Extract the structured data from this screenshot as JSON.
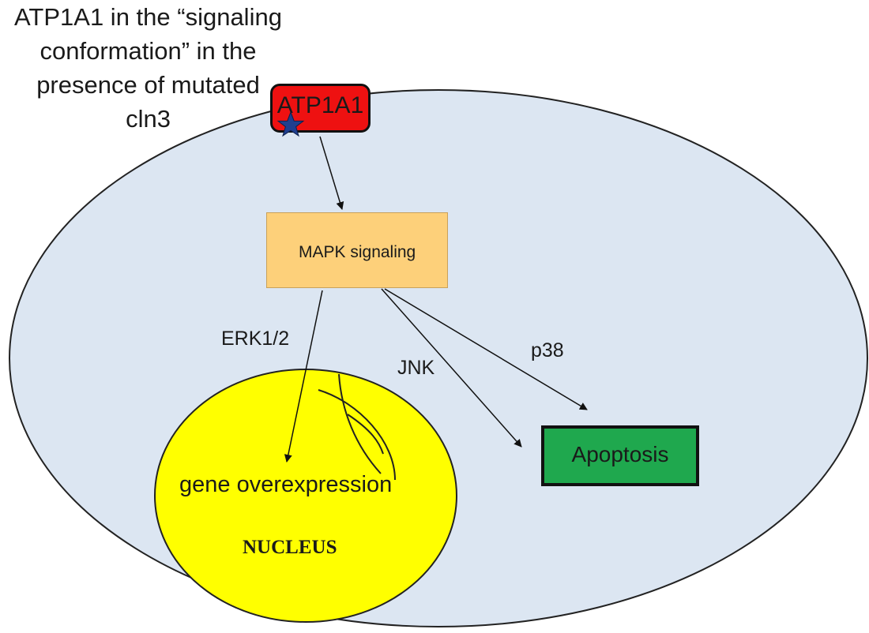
{
  "caption": {
    "lines": [
      "ATP1A1 in the “signaling",
      "conformation” in the",
      "presence of  mutated",
      "cln3"
    ]
  },
  "nodes": {
    "atp1a1": {
      "label": "ATP1A1",
      "color": "#ee1111",
      "marker": "star-icon",
      "marker_color": "#1f3f8f"
    },
    "mapk": {
      "label": "MAPK signaling",
      "color": "#fdd07a"
    },
    "apoptosis": {
      "label": "Apoptosis",
      "color": "#1fa84e"
    },
    "nucleus": {
      "label": "NUCLEUS",
      "color": "#ffff00"
    },
    "gene": {
      "label": "gene overexpression"
    }
  },
  "cell": {
    "color": "#dce6f2"
  },
  "edges": [
    {
      "from": "atp1a1",
      "to": "mapk",
      "label": ""
    },
    {
      "from": "mapk",
      "to": "gene",
      "label": "ERK1/2"
    },
    {
      "from": "mapk",
      "to": "apoptosis",
      "label": "JNK"
    },
    {
      "from": "mapk",
      "to": "apoptosis",
      "label": "p38"
    }
  ]
}
